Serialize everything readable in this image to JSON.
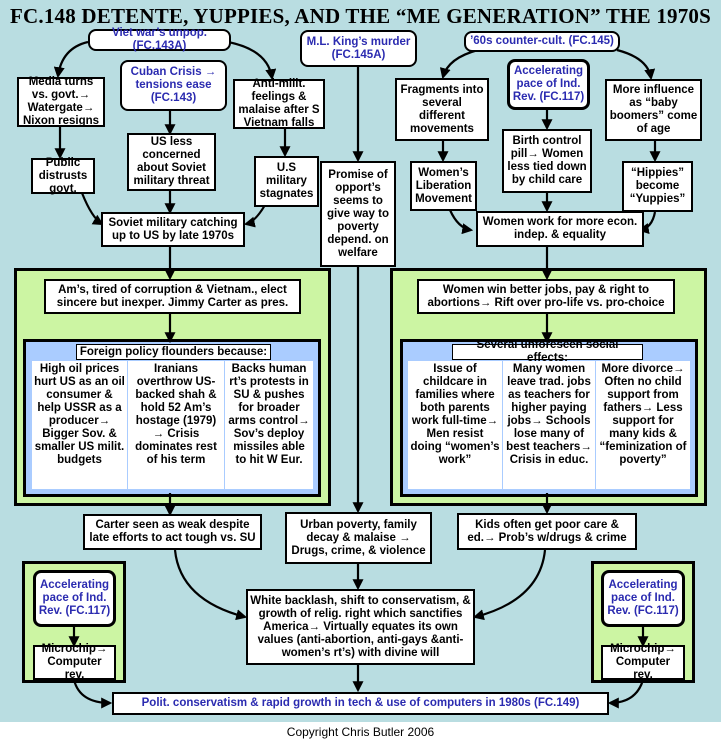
{
  "title": "FC.148 DETENTE, YUPPIES, AND THE “ME GENERATION” THE 1970S",
  "copyright": "Copyright Chris Butler 2006",
  "left": {
    "viet": "Viet war’s unpop. (FC.143A)",
    "cuban": "Cuban Crisis → tensions ease (FC.143)",
    "media": "Media turns vs. govt.→ Watergate→ Nixon resigns",
    "antimil": "Anti-milit. feelings & malaise after S Vietnam falls",
    "us_less": "US less concerned about Soviet military threat",
    "public": "Public distrusts govt.",
    "us_mil": "U.S military stagnates",
    "soviet": "Soviet military catching up to US by late 1970s",
    "carter_elect": "Am’s, tired of corruption & Vietnam., elect sincere but inexper. Jimmy Carter as pres.",
    "foreign_header": "Foreign policy flounders because:",
    "foreign_cells": [
      "High oil prices hurt US as an oil consumer & help USSR as a producer→ Bigger Sov. & smaller US milit. budgets",
      "Iranians overthrow US-backed shah & hold 52 Am’s hostage (1979) → Crisis dominates rest of his term",
      "Backs human rt’s protests in SU & pushes for broader arms control→ Sov’s deploy missiles able to hit W Eur."
    ],
    "carter_weak": "Carter seen as weak despite late efforts to act tough vs. SU",
    "accel": "Accelerating pace of Ind. Rev. (FC.117)",
    "microchip": "Microchip→ Computer rev."
  },
  "center": {
    "mlk": "M.L. King’s murder (FC.145A)",
    "promise": "Promise of opport’s seems to give way to poverty depend. on welfare",
    "urban": "Urban poverty, family decay & malaise → Drugs, crime, & violence",
    "backlash": "White backlash, shift to conservatism, & growth of relig. right which sanctifies America→ Virtually equates its own values (anti-abortion, anti-gays &anti-women’s rt’s) with divine will",
    "bottom": "Polit. conservatism & rapid growth in tech & use of computers in 1980s (FC.149)"
  },
  "right": {
    "counter": "’60s counter-cult. (FC.145)",
    "accel": "Accelerating pace of Ind. Rev. (FC.117)",
    "fragments": "Fragments into several different movements",
    "birth": "Birth control pill→ Women less tied down by child care",
    "influence": "More influence as “baby boomers” come of age",
    "womens_lib": "Women’s Liberation Movement",
    "hippies": "“Hippies” become “Yuppies”",
    "women_work": "Women work for more econ. indep. & equality",
    "women_win": "Women win better jobs, pay & right to abortions→ Rift over pro-life vs. pro-choice",
    "effects_header": "Several unforeseen social effects:",
    "effects_cells": [
      "Issue of childcare in families where both parents work full-time→ Men resist doing “women’s work”",
      "Many women leave trad. jobs as teachers for higher paying jobs→ Schools lose many of best teachers→ Crisis in educ.",
      "More divorce→ Often no child support from fathers→ Less support for many kids & “feminization of poverty”"
    ],
    "kids": "Kids often get poor care & ed.→ Prob’s w/drugs & crime",
    "accel2": "Accelerating pace of Ind. Rev. (FC.117)",
    "microchip2": "Microchip→ Computer rev."
  }
}
